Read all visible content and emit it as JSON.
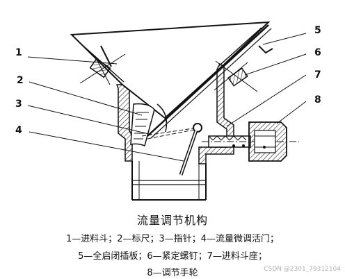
{
  "callouts": [
    "1",
    "2",
    "3",
    "4",
    "5",
    "6",
    "7",
    "8"
  ],
  "caption": {
    "title": "流量调节机构",
    "legend_line_1": "1—进料斗；2—标尺；3—指针；4—流量微调活门；",
    "legend_line_2": "5—全启闭插板；6—紧定螺钉；7—进料斗座；",
    "legend_line_3": "8—调节手轮"
  },
  "watermark": "CSDN @2301_79312104"
}
